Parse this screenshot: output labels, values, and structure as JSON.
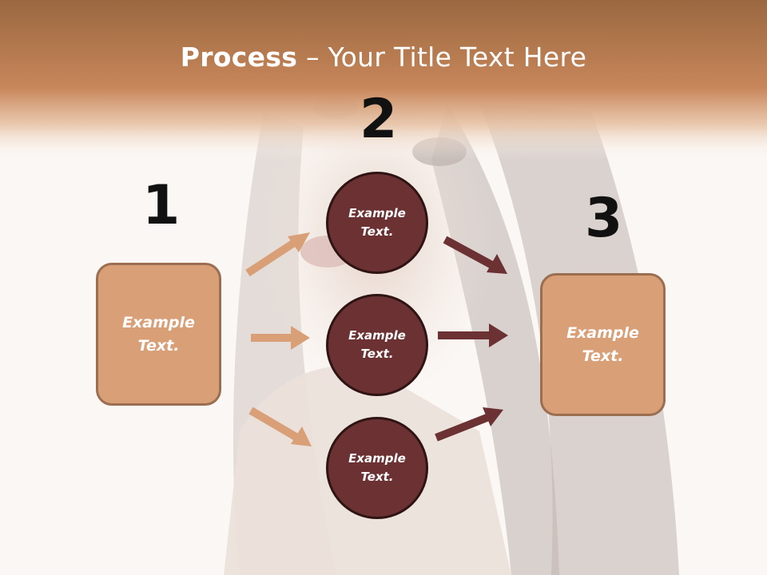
{
  "title": {
    "bold": "Process",
    "rest": " – Your Title Text Here"
  },
  "steps": [
    {
      "number": "1",
      "label": "Example Text."
    },
    {
      "number": "2"
    },
    {
      "number": "3",
      "label": "Example Text."
    }
  ],
  "circles": [
    {
      "label": "Example Text."
    },
    {
      "label": "Example Text."
    },
    {
      "label": "Example Text."
    }
  ],
  "colors": {
    "header_band": "#c8865a",
    "box_fill": "#d9a078",
    "box_border": "#9b6e51",
    "circle_fill": "#6b3133",
    "circle_border": "#2f1414",
    "arrow_light": "#d9a078",
    "arrow_dark": "#6b3133"
  }
}
